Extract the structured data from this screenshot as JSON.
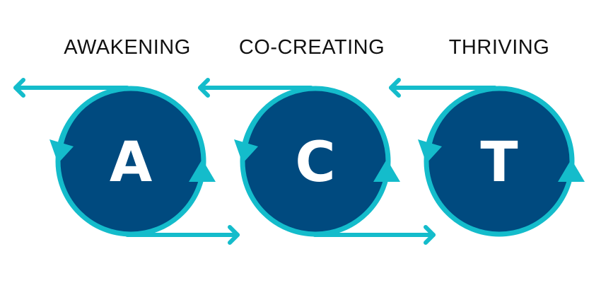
{
  "colors": {
    "circle_fill": "#004a7f",
    "accent": "#14bccb",
    "heading_text": "#111111",
    "letter_text": "#ffffff"
  },
  "stages": [
    {
      "heading": "AWAKENING",
      "letter": "A"
    },
    {
      "heading": "CO-CREATING",
      "letter": "C"
    },
    {
      "heading": "THRIVING",
      "letter": "T"
    }
  ]
}
